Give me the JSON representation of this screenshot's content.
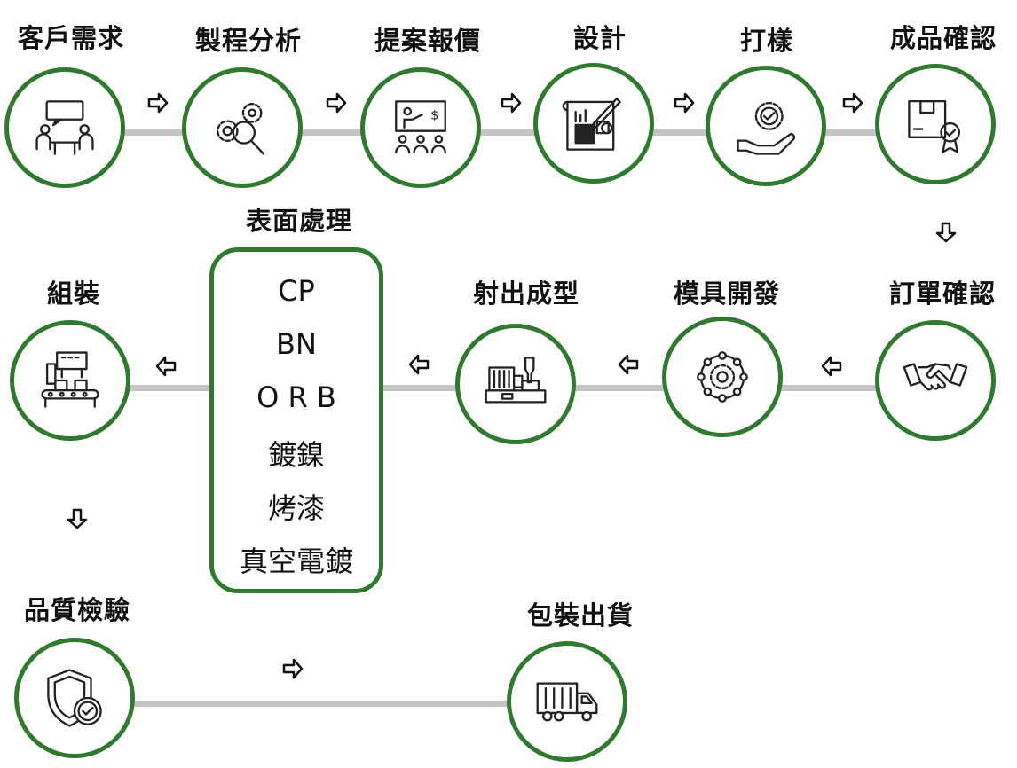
{
  "steps": {
    "customer_requirements": "客戶需求",
    "process_analysis": "製程分析",
    "proposal_quote": "提案報價",
    "design": "設計",
    "sampling": "打樣",
    "product_confirmation": "成品確認",
    "order_confirmation": "訂單確認",
    "mold_development": "模具開發",
    "injection_molding": "射出成型",
    "surface_treatment": "表面處理",
    "assembly": "組裝",
    "quality_inspection": "品質檢驗",
    "packing_shipping": "包裝出貨"
  },
  "surface_treatment_items": [
    "CP",
    "BN",
    "O R B",
    "鍍鎳",
    "烤漆",
    "真空電鍍"
  ],
  "icons": {
    "customer_requirements": "meeting-icon",
    "process_analysis": "gears-magnifier-icon",
    "proposal_quote": "presentation-icon",
    "design": "blueprint-icon",
    "sampling": "hand-gear-icon",
    "product_confirmation": "box-badge-icon",
    "order_confirmation": "handshake-icon",
    "mold_development": "gear-network-icon",
    "injection_molding": "injection-machine-icon",
    "assembly": "conveyor-icon",
    "quality_inspection": "shield-check-icon",
    "packing_shipping": "truck-icon"
  },
  "colors": {
    "circle_border": "#2f7a2f",
    "connector": "#c4c4c4"
  }
}
